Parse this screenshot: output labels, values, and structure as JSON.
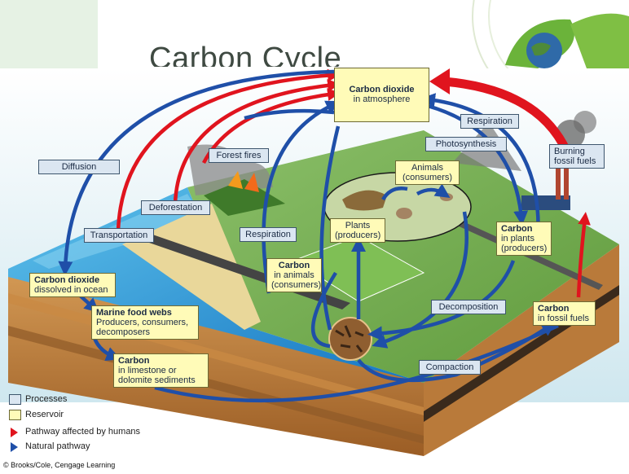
{
  "title": "Carbon Cycle",
  "credit": "© Brooks/Cole, Cengage Learning",
  "processes": {
    "diffusion": "Diffusion",
    "forest_fires": "Forest fires",
    "deforestation": "Deforestation",
    "transportation": "Transportation",
    "respiration_left": "Respiration",
    "respiration_right": "Respiration",
    "photosynthesis": "Photosynthesis",
    "burning_line1": "Burning",
    "burning_line2": "fossil fuels",
    "decomposition": "Decomposition",
    "compaction": "Compaction",
    "animals_line1": "Animals",
    "animals_line2": "(consumers)",
    "plants_line1": "Plants",
    "plants_line2": "(producers)"
  },
  "reservoirs": {
    "atmosphere": {
      "bold": "Carbon dioxide",
      "sub": "in atmosphere"
    },
    "ocean": {
      "bold": "Carbon dioxide",
      "sub": "dissolved in ocean"
    },
    "marine": {
      "bold": "Marine food webs",
      "sub1": "Producers, consumers,",
      "sub2": "decomposers"
    },
    "limestone": {
      "bold": "Carbon",
      "sub1": "in limestone or",
      "sub2": "dolomite sediments"
    },
    "animals": {
      "bold": "Carbon",
      "sub1": "in animals",
      "sub2": "(consumers)"
    },
    "plants": {
      "bold": "Carbon",
      "sub1": "in plants",
      "sub2": "(producers)"
    },
    "fossil": {
      "bold": "Carbon",
      "sub": "in fossil fuels"
    }
  },
  "legend": {
    "processes": "Processes",
    "reservoir": "Reservoir",
    "human": "Pathway affected by humans",
    "natural": "Natural pathway"
  },
  "colors": {
    "human_pathway": "#e0141e",
    "natural_pathway": "#1f4fa8",
    "process_fill": "#dbe6f1",
    "reservoir_fill": "#fffbb8",
    "ocean": "#1f8fd6",
    "land": "#6aa84f"
  }
}
